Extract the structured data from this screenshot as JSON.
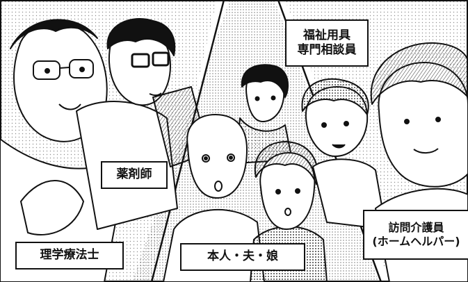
{
  "panel": {
    "captions": {
      "physical_therapist": "理学療法士",
      "pharmacist": "薬剤師",
      "family": "本人・夫・娘",
      "equipment_consultant_line1": "福祉用具",
      "equipment_consultant_line2": "専門相談員",
      "home_helper_line1": "訪問介護員",
      "home_helper_line2": "(ホームヘルパー)"
    }
  }
}
